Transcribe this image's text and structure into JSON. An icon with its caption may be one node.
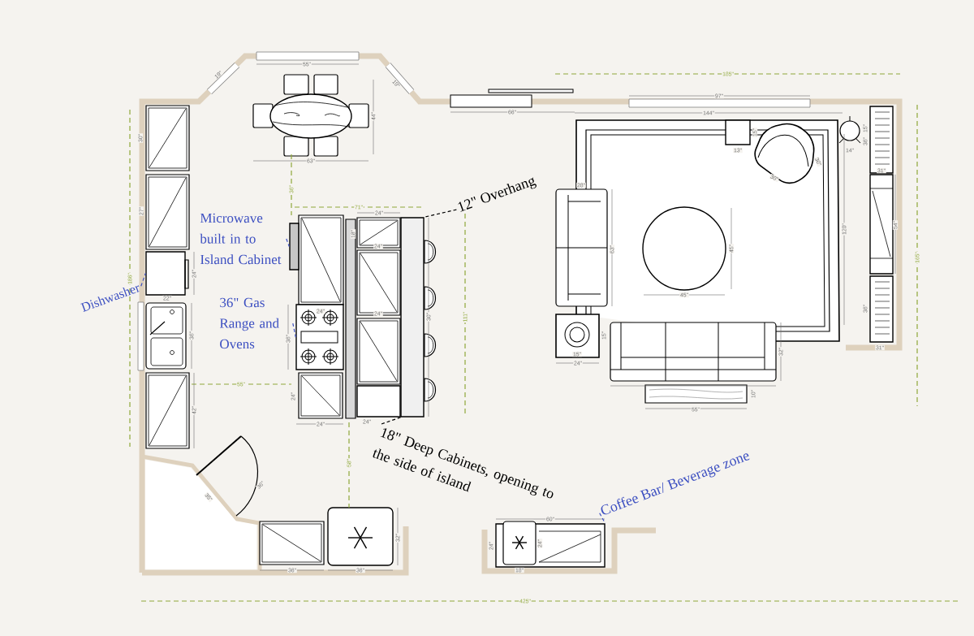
{
  "diagram": {
    "nodes": [
      {
        "text": [
          "Microwave built in to Island Cabinet"
        ]
      },
      {
        "text": [],
        "shape": "box"
      },
      {
        "text": [
          "Dishwasher"
        ]
      },
      {
        "text": [],
        "shape": "box"
      },
      {
        "text": [
          "36\" Gas Range and Ovens"
        ]
      },
      {
        "text": [],
        "shape": "box"
      },
      {
        "text": [
          "12\" Overhang"
        ]
      },
      {
        "text": [],
        "shape": "box"
      },
      {
        "text": [
          "18\" Deep Cabinets, opening to the side of island"
        ]
      },
      {
        "text": [],
        "shape": "box"
      },
      {
        "text": [
          "Coffee Bar/ Beverage zone"
        ]
      },
      {
        "text": [],
        "shape": "box"
      }
    ],
    "edges": [
      {
        "from": 0,
        "to": 1,
        "arrow": "none",
        "style": "dashed"
      },
      {
        "from": 2,
        "to": 3,
        "arrow": "none",
        "style": "dashed"
      },
      {
        "from": 4,
        "to": 5,
        "arrow": "none",
        "style": "dashed"
      },
      {
        "from": 6,
        "to": 7,
        "arrow": "none",
        "style": "dashed",
        "color": "#000000"
      },
      {
        "from": 8,
        "to": 9,
        "arrow": "none",
        "style": "dashed",
        "color": "#000000"
      },
      {
        "from": 10,
        "to": 11,
        "arrow": "none",
        "style": "dashed"
      }
    ],
    "labels": [
      "55\"",
      "185\"",
      "19\"",
      "19\"",
      "97\"",
      "66\"",
      "144\"",
      "44\"",
      "15\"",
      "15\"",
      "36\"",
      "30\"",
      "13\"",
      "14\"",
      "63\"",
      "30\"",
      "31\"",
      "30\"",
      "28\"",
      "36\"",
      "71\"",
      "27\"",
      "24\"",
      "54\"",
      "120\"",
      "18\"",
      "24\"",
      "63\"",
      "45\"",
      "165\"",
      "24\"",
      "186\"",
      "45\"",
      "22\"",
      "36\"",
      "24\"",
      "24\"",
      "30\"",
      "111\"",
      "36\"",
      "15\"",
      "36\"",
      "31\"",
      "32\"",
      "15\"",
      "24\"",
      "55\"",
      "24\"",
      "10\"",
      "55\"",
      "42\"",
      "24\"",
      "24\"",
      "58\"",
      "36\"",
      "35\"",
      "60\"",
      "32\"",
      "24\"",
      "24\"",
      "36\"",
      "36\"",
      "18\"",
      "425\""
    ]
  }
}
